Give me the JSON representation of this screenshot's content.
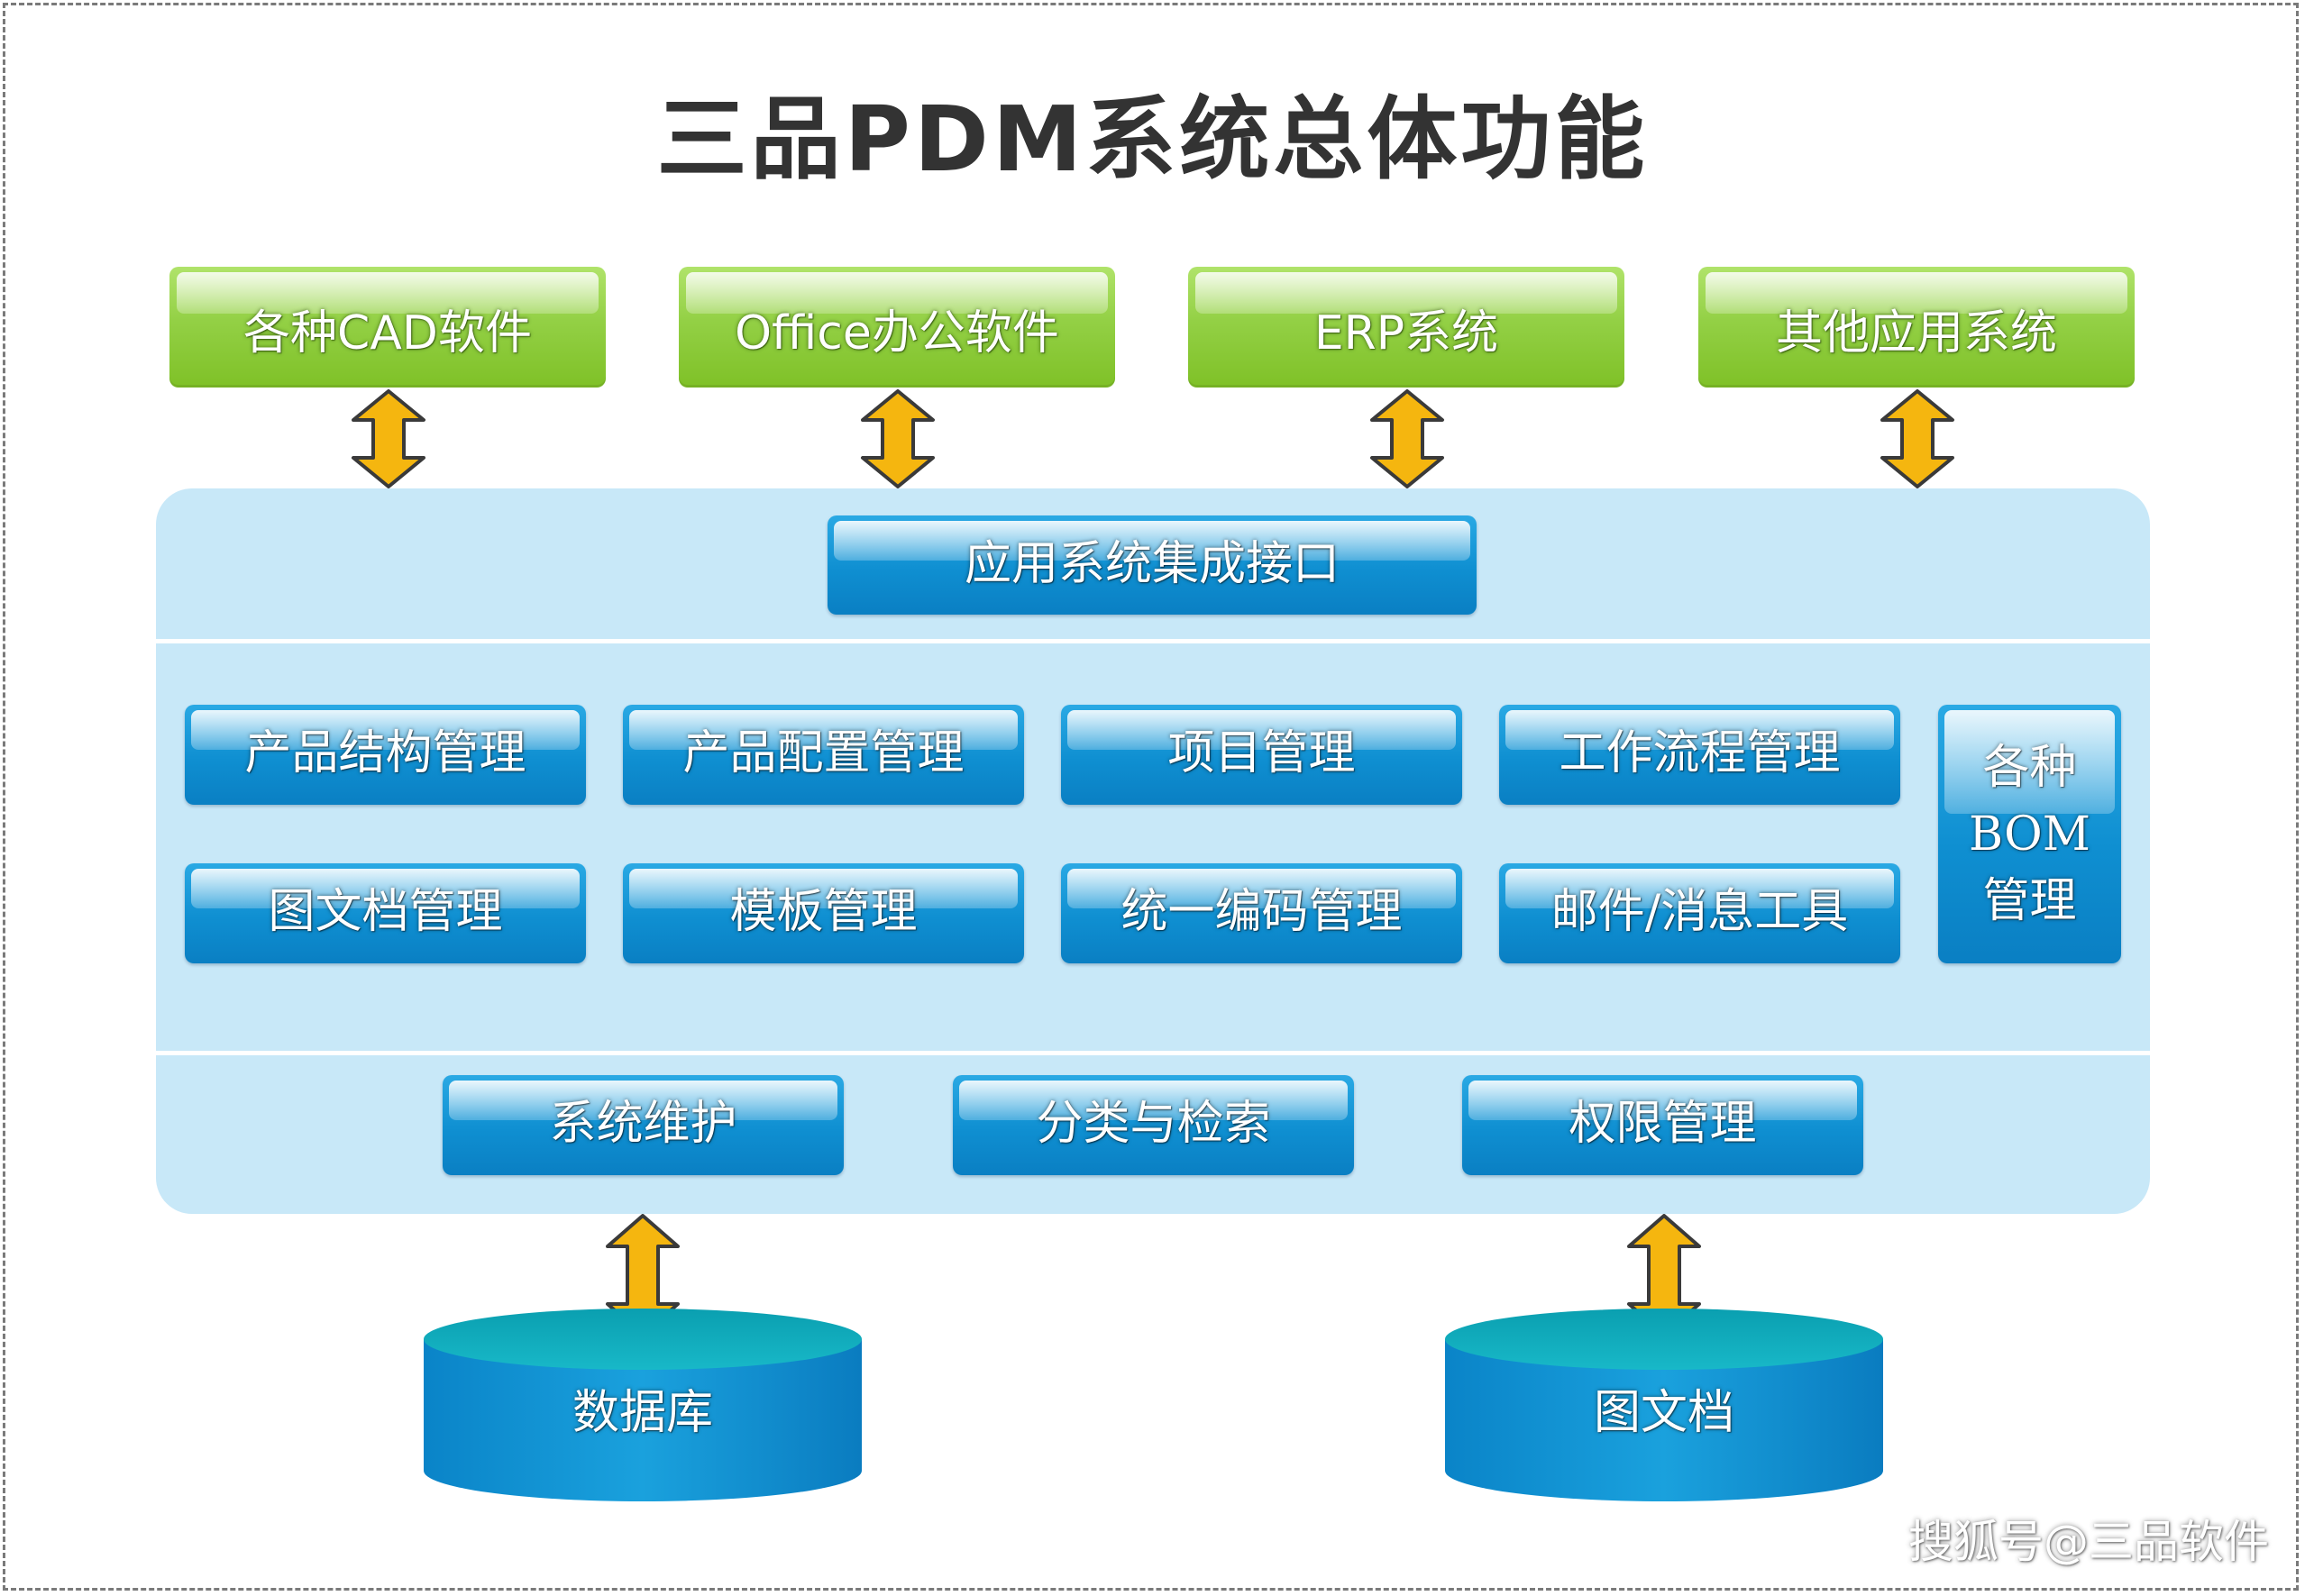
{
  "title": "三品PDM系统总体功能",
  "top_systems": [
    "各种CAD软件",
    "Office办公软件",
    "ERP系统",
    "其他应用系统"
  ],
  "integration_interface": "应用系统集成接口",
  "modules_row1": [
    "产品结构管理",
    "产品配置管理",
    "项目管理",
    "工作流程管理"
  ],
  "modules_row2": [
    "图文档管理",
    "模板管理",
    "统一编码管理",
    "邮件/消息工具"
  ],
  "bom": {
    "line1": "各种",
    "line2": "BOM",
    "line3": "管理"
  },
  "bottom_modules": [
    "系统维护",
    "分类与检索",
    "权限管理"
  ],
  "storage": [
    "数据库",
    "图文档"
  ],
  "watermark": "搜狐号@三品软件",
  "colors": {
    "green_top": "#b0e36a",
    "green_bottom": "#7fc127",
    "blue_top": "#2aa9e4",
    "blue_bottom": "#0a7fc3",
    "panel": "#c8e8f8",
    "arrow_fill": "#f5b60f",
    "title_text": "#333333"
  }
}
